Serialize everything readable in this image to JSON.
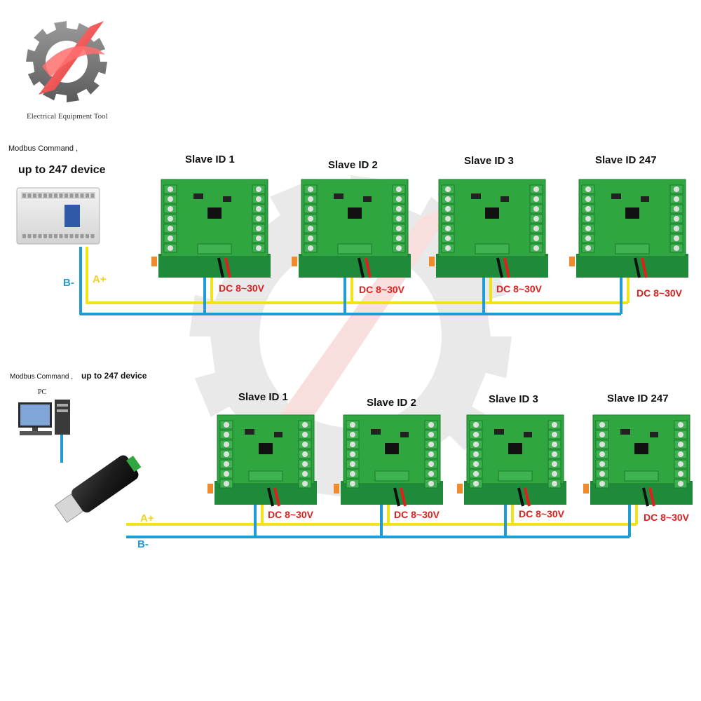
{
  "brand": {
    "name": "Electrical Equipment Tool"
  },
  "colors": {
    "wire_b": "#1f9bd6",
    "wire_a": "#f2e21a",
    "power": "#e0201e",
    "board": "#2fa640",
    "base": "#1e8a3a",
    "terminal": "#3fb34f"
  },
  "top_system": {
    "command_label": "Modbus Command ,",
    "device_count_label": "up to 247 device",
    "master_icon": "plc-icon",
    "bus_labels": {
      "b": "B-",
      "a": "A+"
    },
    "slaves": [
      {
        "id_label": "Slave ID 1",
        "power_label": "DC 8~30V"
      },
      {
        "id_label": "Slave ID 2",
        "power_label": "DC 8~30V"
      },
      {
        "id_label": "Slave ID 3",
        "power_label": "DC 8~30V"
      },
      {
        "id_label": "Slave ID 247",
        "power_label": "DC 8~30V"
      }
    ]
  },
  "bottom_system": {
    "command_label": "Modbus Command ,",
    "device_count_label": "up to 247 device",
    "pc_label": "PC",
    "master_icon": "pc-icon",
    "adapter_icon": "usb-rs485-adapter-icon",
    "bus_labels": {
      "b": "B-",
      "a": "A+"
    },
    "slaves": [
      {
        "id_label": "Slave ID 1",
        "power_label": "DC 8~30V"
      },
      {
        "id_label": "Slave ID 2",
        "power_label": "DC 8~30V"
      },
      {
        "id_label": "Slave ID 3",
        "power_label": "DC 8~30V"
      },
      {
        "id_label": "Slave ID 247",
        "power_label": "DC 8~30V"
      }
    ]
  }
}
